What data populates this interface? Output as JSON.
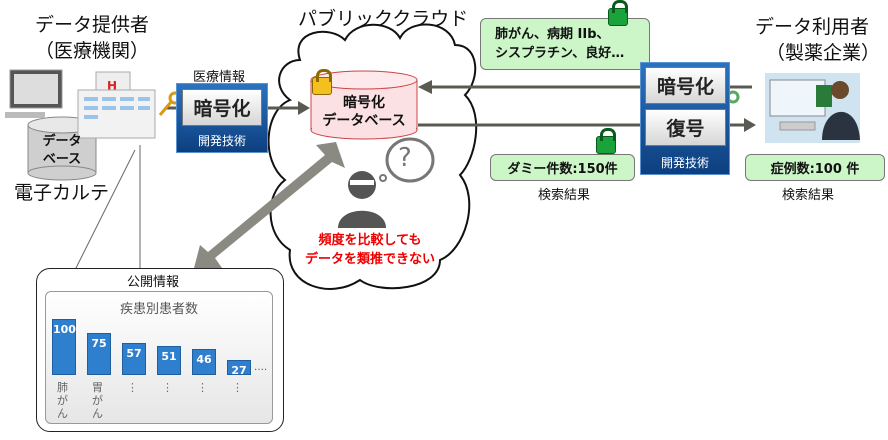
{
  "provider": {
    "title": "データ提供者",
    "subtitle": "（医療機関）",
    "db_label_1": "データ",
    "db_label_2": "ベース",
    "ehr": "電子カルテ"
  },
  "left_module": {
    "caption": "医療情報",
    "encrypt": "暗号化",
    "dev": "開発技術"
  },
  "cloud": {
    "title": "パブリッククラウド",
    "db_1": "暗号化",
    "db_2": "データベース",
    "warning_1": "頻度を比較しても",
    "warning_2": "データを類推できない",
    "question": "?"
  },
  "encrypted_scroll": {
    "line1": "肺がん、病期 IIb、",
    "line2": "シスプラチン、良好…"
  },
  "right_module": {
    "encrypt": "暗号化",
    "decrypt": "復号",
    "dev": "開発技術"
  },
  "user": {
    "title": "データ利用者",
    "subtitle": "（製薬企業）"
  },
  "dummy_result": {
    "text": "ダミー件数:150件",
    "caption": "検索結果"
  },
  "real_result": {
    "text": "症例数:100 件",
    "caption": "検索結果"
  },
  "public_info": {
    "title": "公開情報"
  },
  "chart_data": {
    "type": "bar",
    "title": "疾患別患者数",
    "categories": [
      "肺がん",
      "胃がん",
      "⋮",
      "⋮",
      "⋮",
      "⋮"
    ],
    "values": [
      100,
      75,
      57,
      51,
      46,
      27
    ],
    "value_labels": [
      "100",
      "75",
      "57",
      "51",
      "46",
      "27"
    ],
    "ellipsis": "….",
    "ylim": [
      0,
      100
    ],
    "color": "#2f7fcf"
  }
}
